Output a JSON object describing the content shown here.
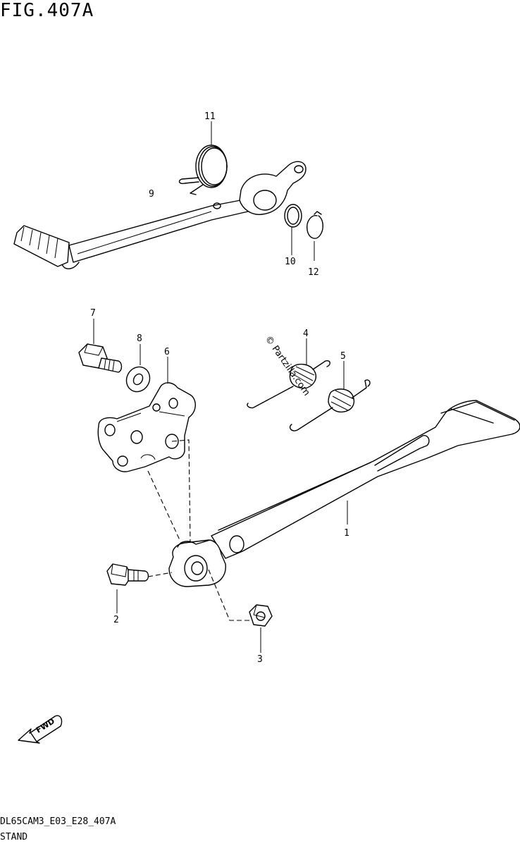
{
  "figure": {
    "title": "FIG.407A",
    "code": "DL65CAM3_E03_E28_407A",
    "name": "STAND"
  },
  "watermark": "© Partzilla.com",
  "direction_badge": "FWD",
  "callouts": [
    {
      "id": "1",
      "part": "side-stand"
    },
    {
      "id": "2",
      "part": "stand-bolt"
    },
    {
      "id": "3",
      "part": "stand-nut"
    },
    {
      "id": "4",
      "part": "stand-spring"
    },
    {
      "id": "5",
      "part": "stand-spring"
    },
    {
      "id": "6",
      "part": "stand-bracket"
    },
    {
      "id": "7",
      "part": "bracket-bolt"
    },
    {
      "id": "8",
      "part": "washer"
    },
    {
      "id": "9",
      "part": "gearshift-lever"
    },
    {
      "id": "10",
      "part": "ring"
    },
    {
      "id": "11",
      "part": "lever-spring"
    },
    {
      "id": "12",
      "part": "circlip"
    }
  ]
}
